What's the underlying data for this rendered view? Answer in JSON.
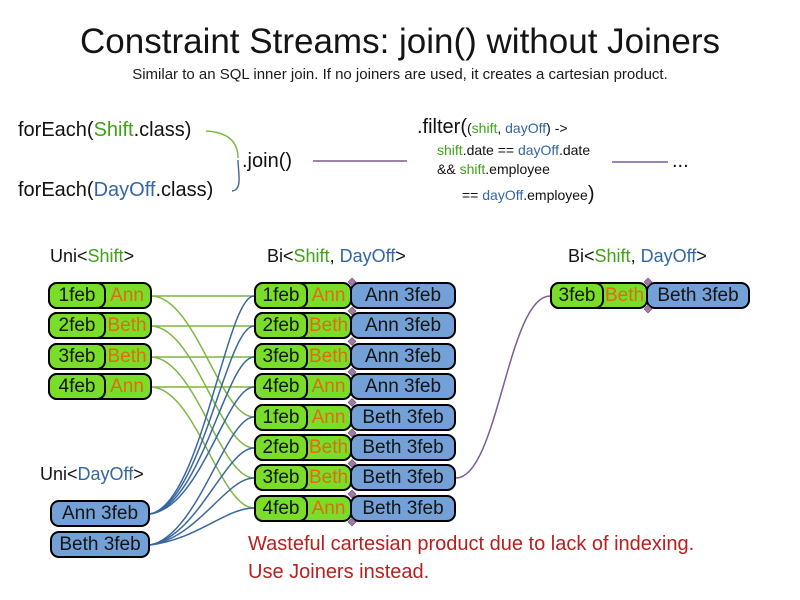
{
  "title": "Constraint Streams: join() without Joiners",
  "subtitle": "Similar to an SQL inner join. If no joiners are used, it creates a cartesian product.",
  "colors": {
    "shift_green_text": "#3fa316",
    "dayoff_blue_text": "#3465a4",
    "employee_orange_text": "#e06c12",
    "cell_green_fill": "#79dd29",
    "cell_blue_fill": "#73a1d7",
    "note_red": "#b91e1e",
    "line_green": "#7db742",
    "line_blue": "#39679e",
    "line_purple": "#7d5c94",
    "diamond_mauve": "#9c7ba6"
  },
  "code": {
    "foreach_shift": {
      "fn": "forEach(",
      "arg": "Shift",
      "end": ".class)"
    },
    "foreach_dayoff": {
      "fn": "forEach(",
      "arg": "DayOff",
      "end": ".class)"
    },
    "join": ".join()",
    "filter": {
      "head": ".filter(",
      "l1_open": "(",
      "l1_shift": "shift",
      "l1_comma": ", ",
      "l1_dayoff": "dayOff",
      "l1_close": ") ->",
      "l2_shift": "shift",
      "l2_mid": ".date == ",
      "l2_dayoff": "dayOff",
      "l2_end": ".date",
      "l3_amp": "&& ",
      "l3_shift": "shift",
      "l3_end": ".employee",
      "l4_eq": "== ",
      "l4_dayoff": "dayOff",
      "l4_end": ".employee",
      "l4_close": ")"
    },
    "ellipsis": "..."
  },
  "labels": {
    "uni_shift": {
      "pre": "Uni<",
      "type": "Shift",
      "post": ">"
    },
    "bi_mid": {
      "pre": "Bi<",
      "t1": "Shift",
      "sep": ", ",
      "t2": "DayOff",
      "post": ">"
    },
    "bi_right": {
      "pre": "Bi<",
      "t1": "Shift",
      "sep": ", ",
      "t2": "DayOff",
      "post": ">"
    },
    "uni_dayoff": {
      "pre": "Uni<",
      "type": "DayOff",
      "post": ">"
    }
  },
  "uni_shift_rows": [
    {
      "date": "1feb",
      "employee": "Ann"
    },
    {
      "date": "2feb",
      "employee": "Beth"
    },
    {
      "date": "3feb",
      "employee": "Beth"
    },
    {
      "date": "4feb",
      "employee": "Ann"
    }
  ],
  "uni_dayoff_rows": [
    {
      "text": "Ann 3feb"
    },
    {
      "text": "Beth 3feb"
    }
  ],
  "bi_rows": [
    {
      "date": "1feb",
      "employee": "Ann",
      "dayoff": "Ann 3feb"
    },
    {
      "date": "2feb",
      "employee": "Beth",
      "dayoff": "Ann 3feb"
    },
    {
      "date": "3feb",
      "employee": "Beth",
      "dayoff": "Ann 3feb"
    },
    {
      "date": "4feb",
      "employee": "Ann",
      "dayoff": "Ann 3feb"
    },
    {
      "date": "1feb",
      "employee": "Ann",
      "dayoff": "Beth 3feb"
    },
    {
      "date": "2feb",
      "employee": "Beth",
      "dayoff": "Beth 3feb"
    },
    {
      "date": "3feb",
      "employee": "Beth",
      "dayoff": "Beth 3feb"
    },
    {
      "date": "4feb",
      "employee": "Ann",
      "dayoff": "Beth 3feb"
    }
  ],
  "result_row": {
    "date": "3feb",
    "employee": "Beth",
    "dayoff": "Beth 3feb"
  },
  "note": {
    "line1": "Wasteful cartesian product due to lack of indexing.",
    "line2": "Use Joiners instead."
  }
}
